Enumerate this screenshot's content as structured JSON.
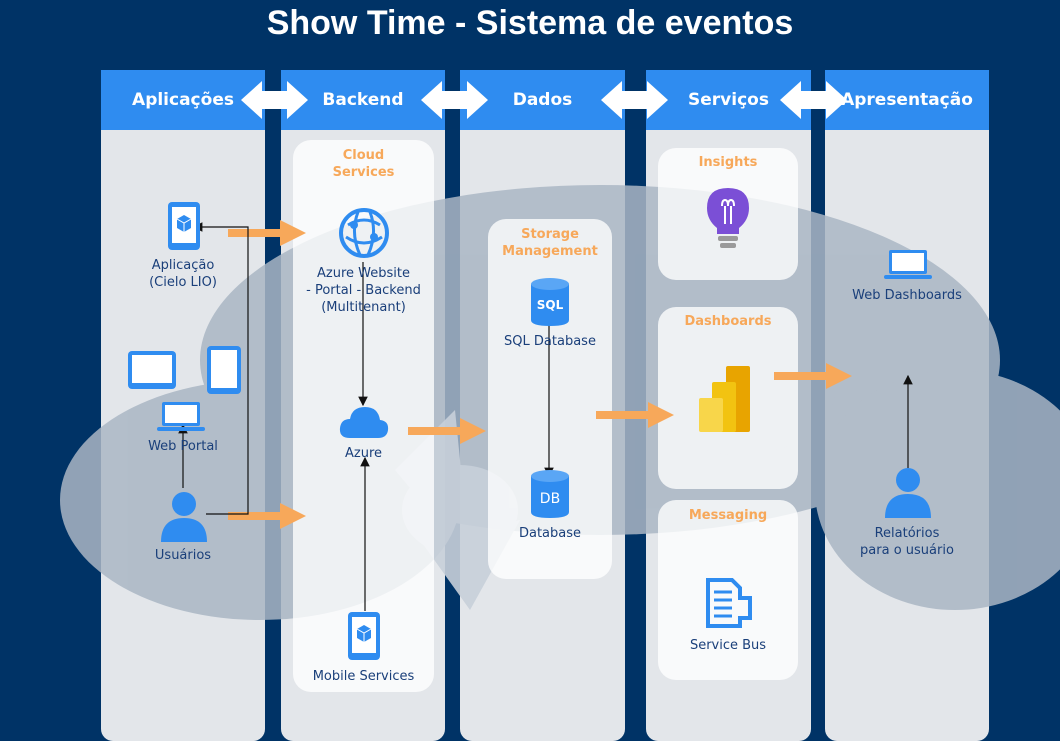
{
  "title": "Show Time - Sistema de eventos",
  "columns": [
    "Aplicações",
    "Backend",
    "Dados",
    "Serviços",
    "Apresentação"
  ],
  "groups": {
    "cloud_services": "Cloud\nServices",
    "storage_management": "Storage\nManagement",
    "insights": "Insights",
    "dashboards": "Dashboards",
    "messaging": "Messaging"
  },
  "nodes": {
    "aplicacao": "Aplicação\n(Cielo LIO)",
    "web_portal": "Web Portal",
    "usuarios": "Usuários",
    "azure_website": "Azure Website\n- Portal - Backend\n(Multitenant)",
    "azure": "Azure",
    "mobile_services": "Mobile Services",
    "sql_database": "SQL Database",
    "database": "Database",
    "service_bus": "Service Bus",
    "web_dashboards": "Web Dashboards",
    "relatorios": "Relatórios\npara o usuário"
  },
  "icon_text": {
    "sql": "SQL",
    "db": "DB"
  },
  "colors": {
    "background": "#003366",
    "column_header": "#2f8cf0",
    "column_body": "#e3e6ea",
    "accent_orange": "#f7a85a",
    "label_text": "#1a3f7a",
    "icon_blue": "#2f8cf0"
  },
  "icons": [
    "mobile-app-icon",
    "tablet-icon",
    "laptop-icon",
    "user-icon",
    "web-globe-icon",
    "cloud-icon",
    "sql-database-icon",
    "database-icon",
    "lightbulb-icon",
    "power-bi-icon",
    "service-bus-icon"
  ]
}
